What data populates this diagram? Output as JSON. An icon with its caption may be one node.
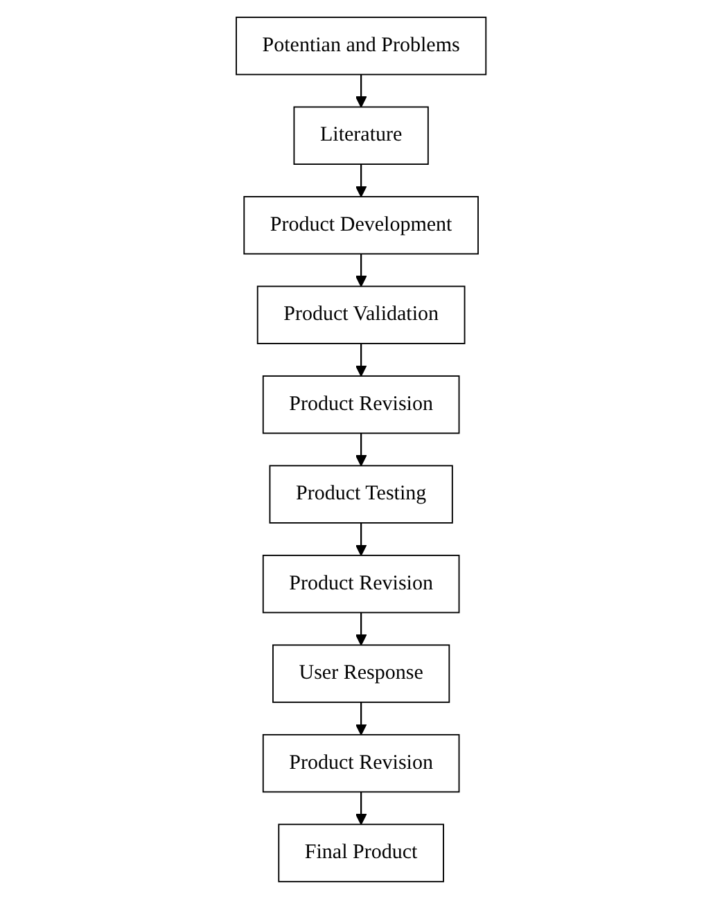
{
  "diagram": {
    "nodes": [
      {
        "text": [
          "Potentian and Problems"
        ]
      },
      {
        "text": [
          "Literature"
        ]
      },
      {
        "text": [
          "Product Development"
        ]
      },
      {
        "text": [
          "Product Validation"
        ]
      },
      {
        "text": [
          "Product Revision"
        ]
      },
      {
        "text": [
          "Product Testing"
        ]
      },
      {
        "text": [
          "Product Revision"
        ]
      },
      {
        "text": [
          "User Response"
        ]
      },
      {
        "text": [
          "Product Revision"
        ]
      },
      {
        "text": [
          "Final Product"
        ]
      }
    ],
    "edges": [
      {
        "from": 0,
        "to": 1,
        "arrow": "to"
      },
      {
        "from": 1,
        "to": 2,
        "arrow": "to"
      },
      {
        "from": 2,
        "to": 3,
        "arrow": "to"
      },
      {
        "from": 3,
        "to": 4,
        "arrow": "to"
      },
      {
        "from": 4,
        "to": 5,
        "arrow": "to"
      },
      {
        "from": 5,
        "to": 6,
        "arrow": "to"
      },
      {
        "from": 6,
        "to": 7,
        "arrow": "to"
      },
      {
        "from": 7,
        "to": 8,
        "arrow": "to"
      },
      {
        "from": 8,
        "to": 9,
        "arrow": "to"
      }
    ]
  }
}
